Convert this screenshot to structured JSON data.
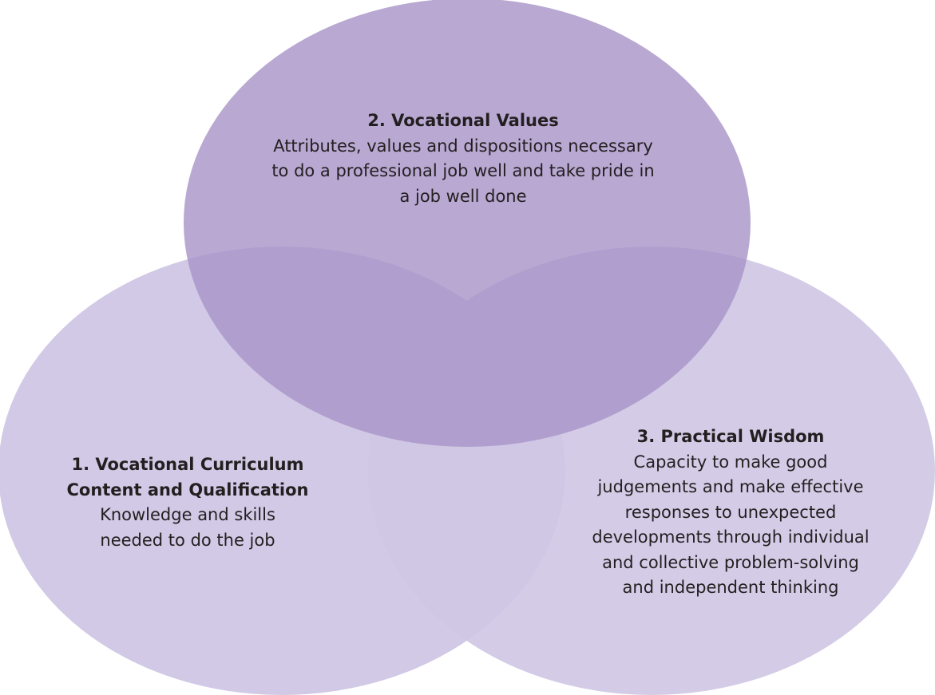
{
  "diagram": {
    "colors": {
      "circle_fill": "#b1a0cf",
      "circle_fill_light": "#cfc6e4",
      "text": "#231f20"
    },
    "circles": [
      {
        "id": "values",
        "title": "2. Vocational Values",
        "body": "Attributes, values and dispositions necessary\nto do a professional job well and take pride in\na job well done"
      },
      {
        "id": "curriculum",
        "title": "1. Vocational Curriculum\nContent and Qualification",
        "body": "Knowledge and skills\nneeded to do the job"
      },
      {
        "id": "wisdom",
        "title": "3.  Practical Wisdom",
        "body": "Capacity to make good\njudgements and make effective\nresponses to unexpected\ndevelopments through individual\nand collective problem-solving\nand  independent thinking"
      }
    ]
  }
}
